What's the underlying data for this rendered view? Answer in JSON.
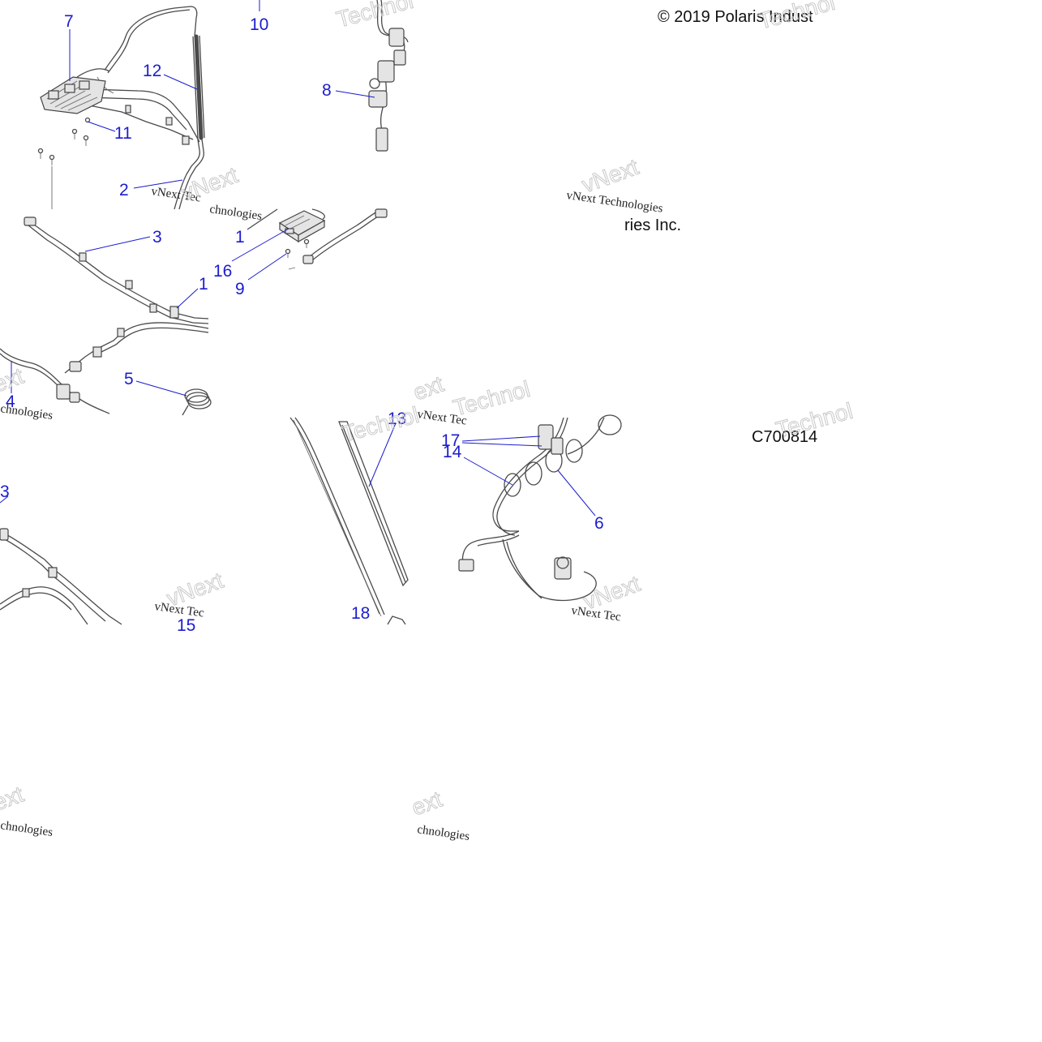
{
  "colors": {
    "callout": "#1c1ccf",
    "line": "#4a4a4a",
    "text": "#111111"
  },
  "header": {
    "copyright_line1": "© 2019 Polaris Indust",
    "copyright_line2": "ries Inc."
  },
  "diagram_code": "C700814",
  "watermarks": {
    "serif_text": "vNext Technologies",
    "serif_fragment_a": "vNext Tec",
    "serif_fragment_b": "chnologies",
    "big_a": "Technol",
    "big_b": "vNext",
    "big_c": "ext"
  },
  "callouts": {
    "c7": "7",
    "c10": "10",
    "c12": "12",
    "c8": "8",
    "c11": "11",
    "c2": "2",
    "c3a": "3",
    "c1a": "1",
    "c16": "16",
    "c9": "9",
    "c1b": "1",
    "c5": "5",
    "c4": "4",
    "c13": "13",
    "c17": "17",
    "c14": "14",
    "c6": "6",
    "c3b": "3",
    "c18": "18",
    "c15": "15"
  }
}
